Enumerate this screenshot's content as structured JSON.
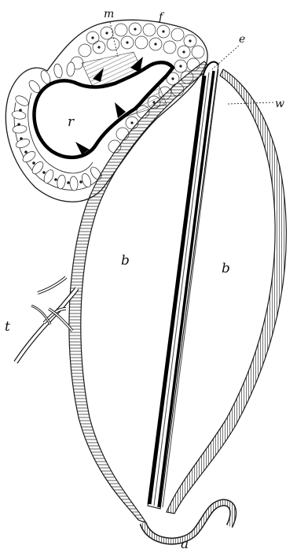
{
  "labels": {
    "m": "m",
    "f": "f",
    "e": "e",
    "w": "w",
    "r": "r",
    "b_left": "b",
    "b_right": "b",
    "t": "t",
    "a": "a"
  },
  "colors": {
    "ink": "#1a1a1a",
    "paper": "#ffffff"
  }
}
